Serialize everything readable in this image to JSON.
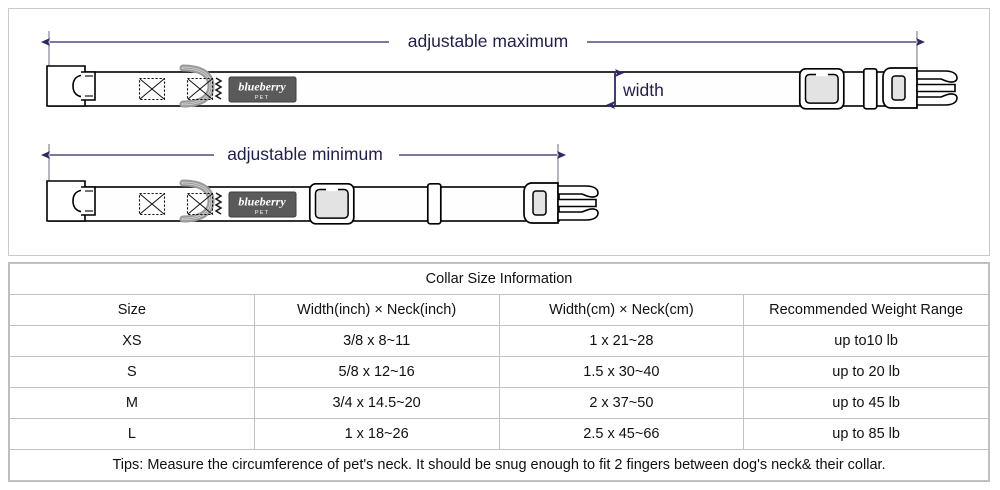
{
  "diagram": {
    "max_label": "adjustable maximum",
    "min_label": "adjustable minimum",
    "width_label": "width",
    "brand_name": "blueberry",
    "brand_sub": "PET",
    "colors": {
      "dimension": "#2a2a66",
      "outline": "#000000",
      "strap_fill": "#fefefe",
      "ring_fill": "#b5b5b5",
      "tag_fill": "#5a5a5a",
      "panel_border": "#c9c9c9"
    }
  },
  "table": {
    "title": "Collar Size Information",
    "headers": [
      "Size",
      "Width(inch)  ×  Neck(inch)",
      "Width(cm)  ×  Neck(cm)",
      "Recommended Weight Range"
    ],
    "rows": [
      {
        "size": "XS",
        "inch": "3/8 x 8~11",
        "cm": "1 x 21~28",
        "weight": "up to10 lb"
      },
      {
        "size": "S",
        "inch": "5/8 x 12~16",
        "cm": "1.5 x 30~40",
        "weight": "up to 20 lb"
      },
      {
        "size": "M",
        "inch": "3/4 x 14.5~20",
        "cm": "2 x 37~50",
        "weight": "up to 45 lb"
      },
      {
        "size": "L",
        "inch": "1 x 18~26",
        "cm": "2.5 x 45~66",
        "weight": "up to 85 lb"
      }
    ],
    "tips": "Tips: Measure the circumference of pet's neck. It should be snug enough to fit 2 fingers between dog's neck& their collar."
  }
}
